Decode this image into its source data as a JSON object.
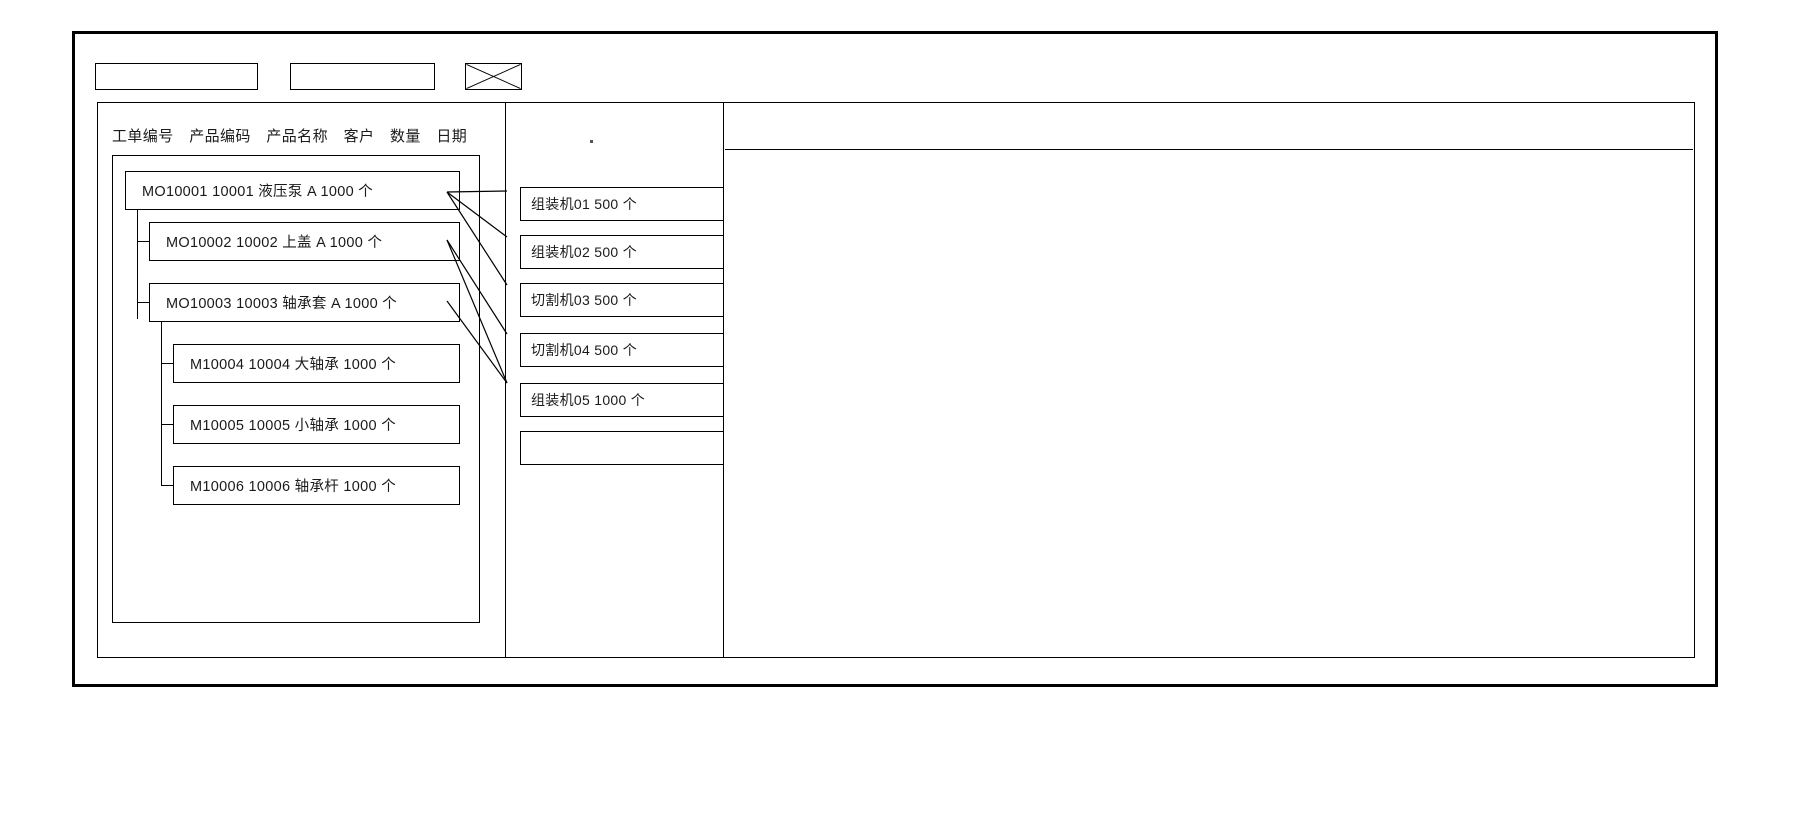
{
  "window": {
    "title": ""
  },
  "toolbar": {
    "field1_value": "",
    "field1_placeholder": "",
    "field2_value": "",
    "field2_placeholder": "",
    "thumbnail_label": "image-placeholder"
  },
  "left_panel": {
    "columns": [
      "工单编号",
      "产品编码",
      "产品名称",
      "客户",
      "数量",
      "日期"
    ],
    "rows": [
      {
        "level": 0,
        "order": "MO10001",
        "code": "10001",
        "name": "液压泵",
        "customer": "A",
        "qty": "1000",
        "unit": "个",
        "text": "MO10001   10001  液压泵   A     1000  个"
      },
      {
        "level": 1,
        "order": "MO10002",
        "code": "10002",
        "name": "上盖",
        "customer": "A",
        "qty": "1000",
        "unit": "个",
        "text": "MO10002  10002   上盖  A   1000   个"
      },
      {
        "level": 1,
        "order": "MO10003",
        "code": "10003",
        "name": "轴承套",
        "customer": "A",
        "qty": "1000",
        "unit": "个",
        "text": "MO10003  10003   轴承套 A    1000    个"
      },
      {
        "level": 2,
        "order": "M10004",
        "code": "10004",
        "name": "大轴承",
        "customer": "",
        "qty": "1000",
        "unit": "个",
        "text": "M10004 10004  大轴承  1000   个"
      },
      {
        "level": 2,
        "order": "M10005",
        "code": "10005",
        "name": "小轴承",
        "customer": "",
        "qty": "1000",
        "unit": "个",
        "text": "M10005  10005  小轴承  1000   个"
      },
      {
        "level": 2,
        "order": "M10006",
        "code": "10006",
        "name": "轴承杆",
        "customer": "",
        "qty": "1000",
        "unit": "个",
        "text": "M10006  10006  轴承杆  1000   个"
      }
    ]
  },
  "middle_panel": {
    "items": [
      {
        "machine": "组装机01",
        "qty": "500",
        "unit": "个",
        "text": "组装机01     500  个"
      },
      {
        "machine": "组装机02",
        "qty": "500",
        "unit": "个",
        "text": "组装机02    500   个"
      },
      {
        "machine": "切割机03",
        "qty": "500",
        "unit": "个",
        "text": "切割机03   500   个"
      },
      {
        "machine": "切割机04",
        "qty": "500",
        "unit": "个",
        "text": "切割机04  500  个"
      },
      {
        "machine": "组装机05",
        "qty": "1000",
        "unit": "个",
        "text": "组装机05   1000 个"
      },
      {
        "machine": "",
        "qty": "",
        "unit": "",
        "text": ""
      }
    ]
  },
  "right_panel": {
    "header_row": "",
    "body": ""
  },
  "colors": {
    "line": "#000000",
    "window_border": "#000000",
    "background": "#ffffff",
    "text": "#1a1a1a"
  }
}
